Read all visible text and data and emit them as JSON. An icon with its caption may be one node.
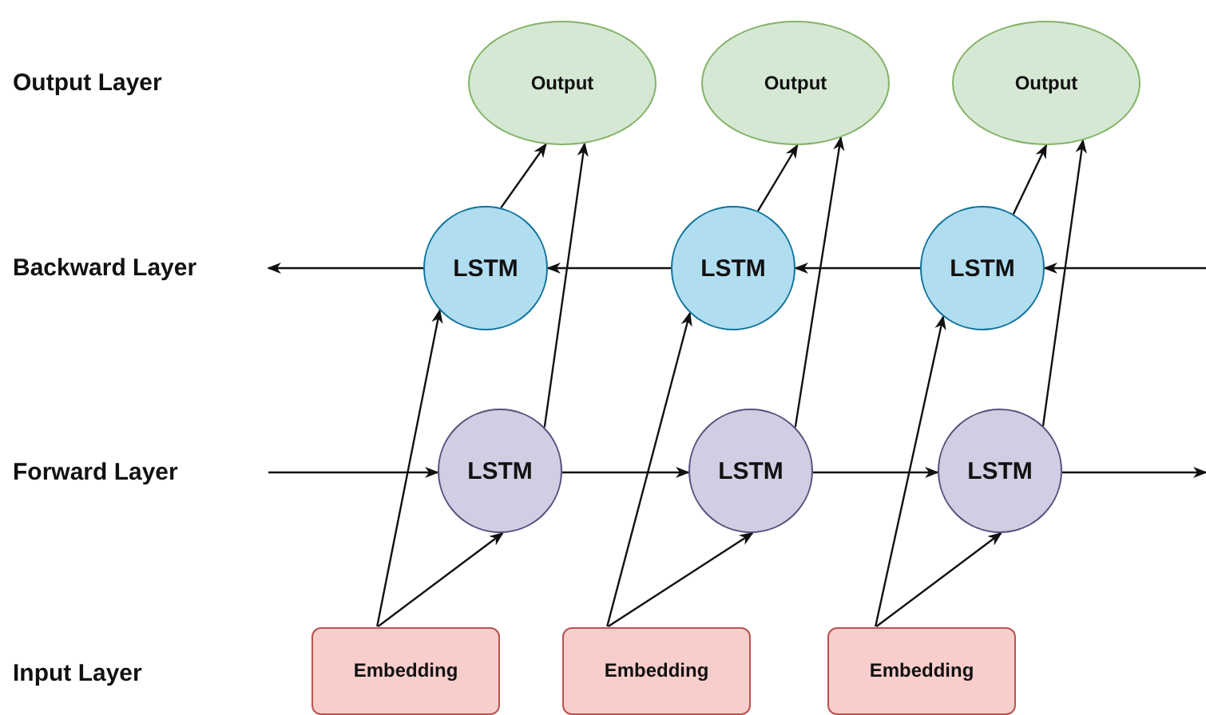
{
  "diagram": {
    "nodes": [
      {
        "text": [
          "Output"
        ]
      },
      {
        "text": [
          "Output"
        ]
      },
      {
        "text": [
          "Output"
        ]
      },
      {
        "text": [
          "LSTM"
        ]
      },
      {
        "text": [
          "LSTM"
        ]
      },
      {
        "text": [
          "LSTM"
        ]
      },
      {
        "text": [
          "LSTM"
        ]
      },
      {
        "text": [
          "LSTM"
        ]
      },
      {
        "text": [
          "LSTM"
        ]
      },
      {
        "text": [
          "Embedding"
        ]
      },
      {
        "text": [
          "Embedding"
        ]
      },
      {
        "text": [
          "Embedding"
        ]
      }
    ],
    "edges": [
      {
        "from": 3,
        "to": null,
        "arrow": "to"
      },
      {
        "from": 4,
        "to": 3,
        "arrow": "to"
      },
      {
        "from": 5,
        "to": 4,
        "arrow": "to"
      },
      {
        "from": null,
        "to": 5,
        "arrow": "to"
      },
      {
        "from": null,
        "to": 6,
        "arrow": "to"
      },
      {
        "from": 6,
        "to": 7,
        "arrow": "to"
      },
      {
        "from": 7,
        "to": 8,
        "arrow": "to"
      },
      {
        "from": 8,
        "to": null,
        "arrow": "to"
      },
      {
        "from": 9,
        "to": 3,
        "arrow": "to"
      },
      {
        "from": 9,
        "to": 6,
        "arrow": "to"
      },
      {
        "from": 3,
        "to": 0,
        "arrow": "to"
      },
      {
        "from": 6,
        "to": 0,
        "arrow": "to"
      },
      {
        "from": 10,
        "to": 4,
        "arrow": "to"
      },
      {
        "from": 10,
        "to": 7,
        "arrow": "to"
      },
      {
        "from": 4,
        "to": 1,
        "arrow": "to"
      },
      {
        "from": 7,
        "to": 1,
        "arrow": "to"
      },
      {
        "from": 11,
        "to": 5,
        "arrow": "to"
      },
      {
        "from": 11,
        "to": 8,
        "arrow": "to"
      },
      {
        "from": 5,
        "to": 2,
        "arrow": "to"
      },
      {
        "from": 8,
        "to": 2,
        "arrow": "to"
      }
    ],
    "labels": [
      "Output Layer",
      "Backward Layer",
      "Forward Layer",
      "Input Layer"
    ]
  }
}
